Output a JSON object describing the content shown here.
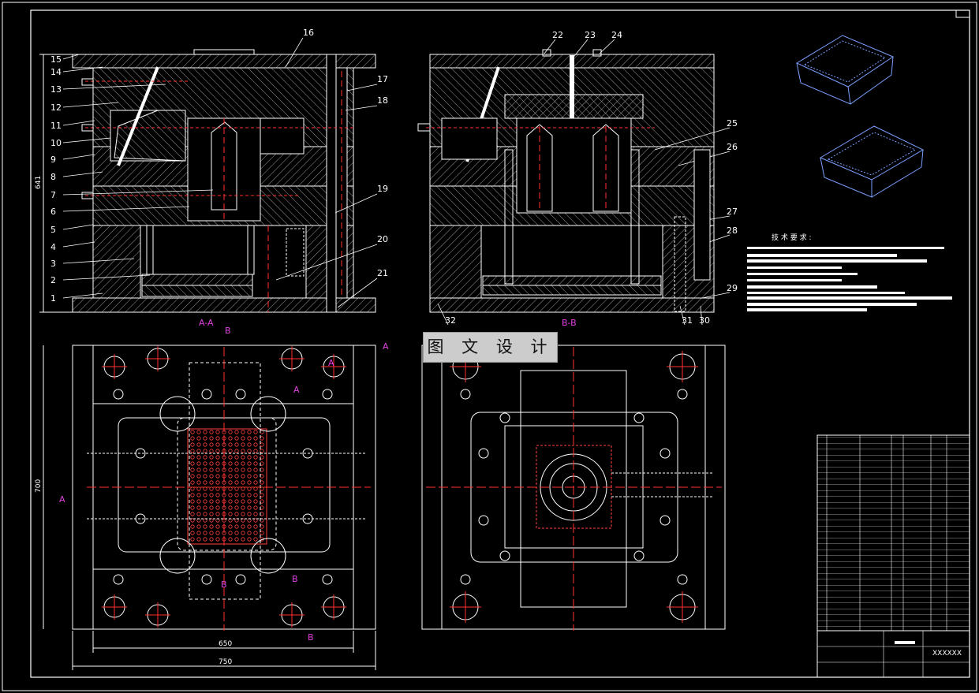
{
  "watermark": "图 文 设 计",
  "section_titles": {
    "aa": "A-A",
    "bb": "B-B"
  },
  "section_marks": {
    "a": "A",
    "b": "B"
  },
  "front_callouts": [
    "1",
    "2",
    "3",
    "4",
    "5",
    "6",
    "7",
    "8",
    "9",
    "10",
    "11",
    "12",
    "13",
    "14",
    "15"
  ],
  "right_callouts_left": [
    "16",
    "17",
    "18",
    "19",
    "20",
    "21"
  ],
  "right_callouts_right": [
    "22",
    "23",
    "24",
    "25",
    "26",
    "27",
    "28",
    "29",
    "30",
    "31",
    "32"
  ],
  "dimensions": {
    "height": "641",
    "width_top": "700",
    "width_650": "650",
    "width_750": "750"
  },
  "tech_req_title": "技 术 要 求 :",
  "title_block_text": "XXXXXX",
  "colors": {
    "line": "#ffffff",
    "hatch": "#bbbbbb",
    "center": "#ff3030",
    "magenta": "#e040e0",
    "cavity": "#ff4040"
  }
}
